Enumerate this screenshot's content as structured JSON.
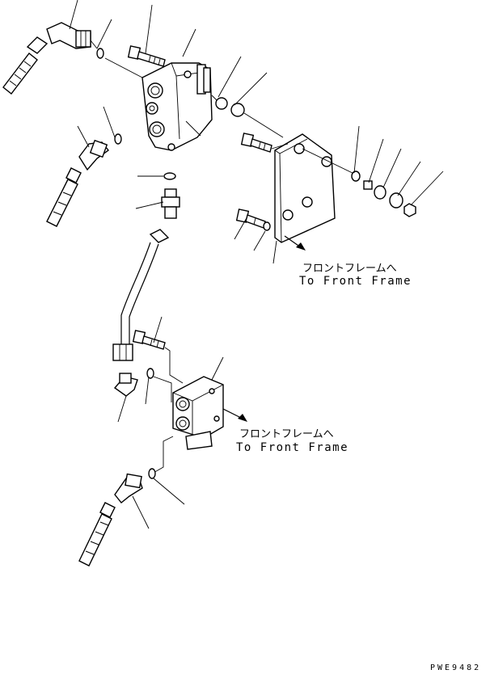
{
  "notes": [
    {
      "jp": "フロントフレームへ",
      "en": "To Front Frame"
    },
    {
      "jp": "フロントフレームへ",
      "en": "To Front Frame"
    }
  ],
  "drawing_code": "PWE9482",
  "colors": {
    "line": "#000000",
    "background": "#ffffff"
  }
}
